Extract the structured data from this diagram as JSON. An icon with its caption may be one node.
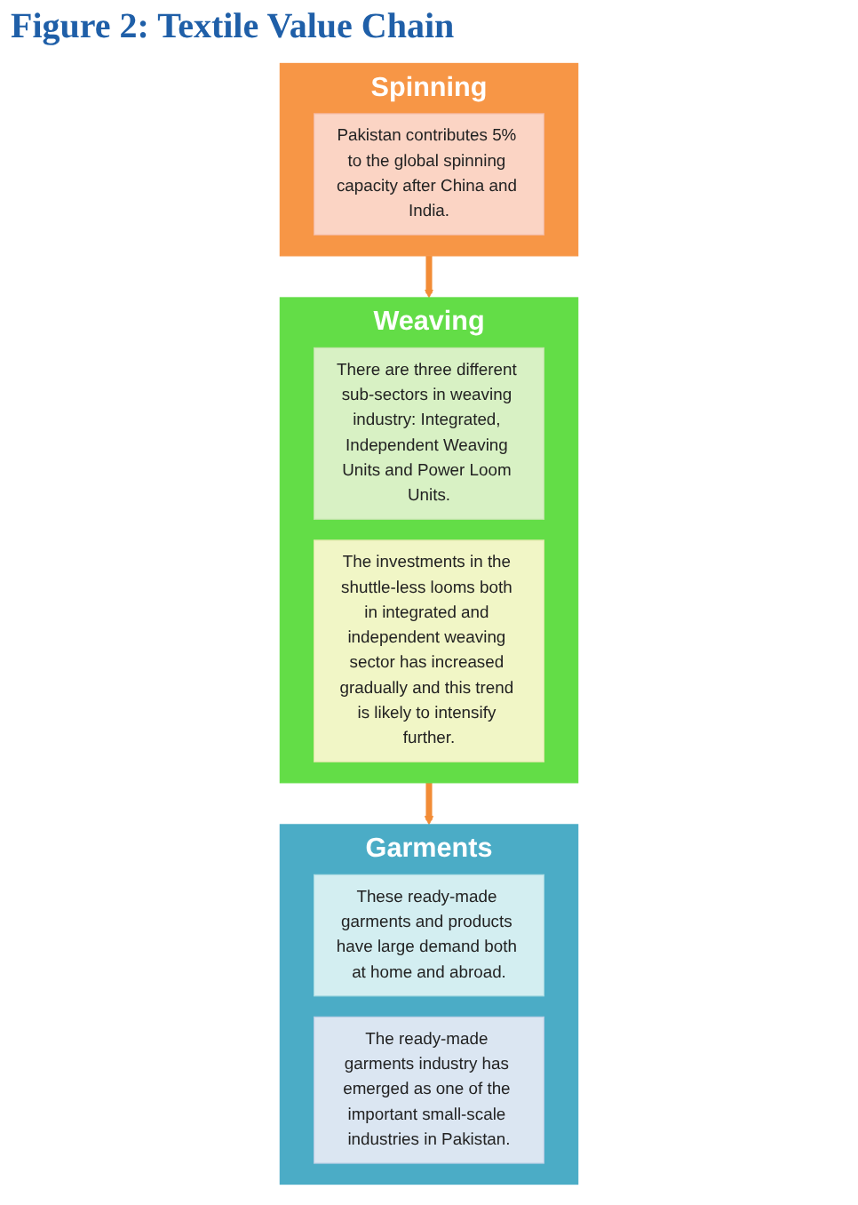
{
  "diagram": {
    "title": "Figure 2: Textile Value Chain",
    "nodes": [
      {
        "text": [
          "Spinning"
        ]
      },
      {
        "text": [
          "Pakistan contributes 5% to the global spinning capacity after China and India."
        ],
        "in": 0
      },
      {
        "text": [
          "Weaving"
        ]
      },
      {
        "text": [
          "There are three different sub-sectors in weaving industry: Integrated, Independent Weaving Units and Power Loom Units."
        ],
        "in": 2
      },
      {
        "text": [
          "The investments in the shuttle-less looms both in integrated and independent weaving sector has increased gradually and this trend is likely to intensify further."
        ],
        "in": 2
      },
      {
        "text": [
          "Garments"
        ]
      },
      {
        "text": [
          "These ready-made garments and products have large demand both at home and abroad."
        ],
        "in": 5
      },
      {
        "text": [
          "The ready-made garments industry has emerged as one of the important small-scale industries in Pakistan."
        ],
        "in": 5
      }
    ],
    "edges": [
      {
        "from": 0,
        "to": 2,
        "arrow": "to"
      },
      {
        "from": 2,
        "to": 5,
        "arrow": "to"
      }
    ]
  }
}
